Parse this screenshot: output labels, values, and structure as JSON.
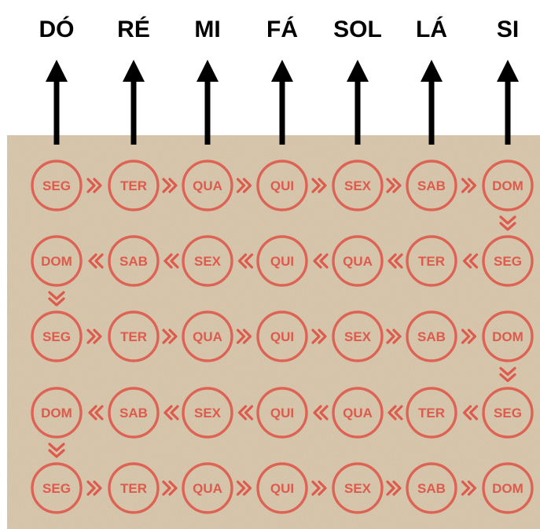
{
  "notes": [
    "DÓ",
    "RÉ",
    "MI",
    "FÁ",
    "SOL",
    "LÁ",
    "SI"
  ],
  "grid": {
    "rows": [
      {
        "days": [
          "SEG",
          "TER",
          "QUA",
          "QUI",
          "SEX",
          "SAB",
          "DOM"
        ],
        "direction": "right"
      },
      {
        "days": [
          "DOM",
          "SAB",
          "SEX",
          "QUI",
          "QUA",
          "TER",
          "SEG"
        ],
        "direction": "left"
      },
      {
        "days": [
          "SEG",
          "TER",
          "QUA",
          "QUI",
          "SEX",
          "SAB",
          "DOM"
        ],
        "direction": "right"
      },
      {
        "days": [
          "DOM",
          "SAB",
          "SEX",
          "QUI",
          "QUA",
          "TER",
          "SEG"
        ],
        "direction": "left"
      },
      {
        "days": [
          "SEG",
          "TER",
          "QUA",
          "QUI",
          "SEX",
          "SAB",
          "DOM"
        ],
        "direction": "right"
      }
    ]
  },
  "colors": {
    "stamp": "#de5a4c",
    "paper": "#dccbb0",
    "paper_dark": "#c9b594",
    "arrow": "#000000",
    "background": "#ffffff"
  }
}
